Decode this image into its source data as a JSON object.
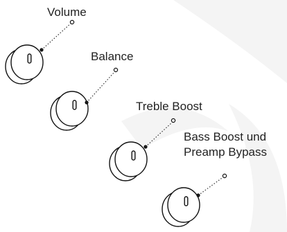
{
  "colors": {
    "stroke": "#111111",
    "watermark": "#f3f3f3",
    "text": "#222222"
  },
  "knobs": [
    {
      "id": "volume",
      "label": "Volume"
    },
    {
      "id": "balance",
      "label": "Balance"
    },
    {
      "id": "treble",
      "label": "Treble Boost"
    },
    {
      "id": "bass",
      "label_lines": [
        "Bass Boost und",
        "Preamp Bypass"
      ]
    }
  ]
}
